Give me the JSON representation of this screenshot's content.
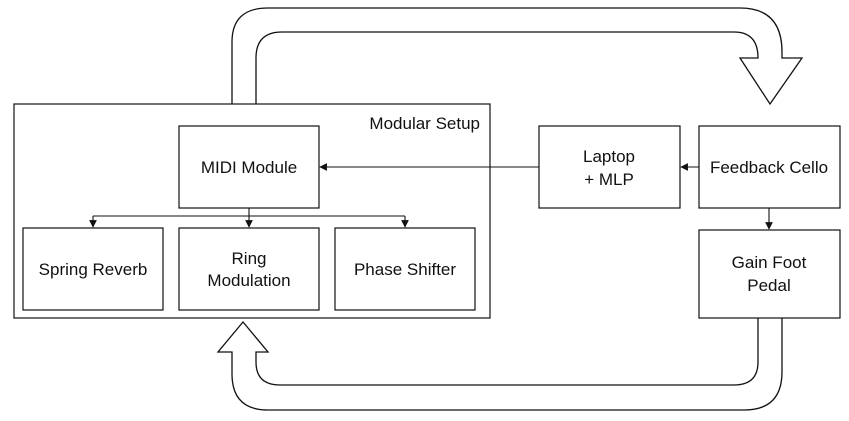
{
  "diagram": {
    "container": {
      "label": "Modular Setup"
    },
    "nodes": {
      "midi_module": [
        "MIDI Module"
      ],
      "spring_reverb": [
        "Spring Reverb"
      ],
      "ring_modulation": [
        "Ring",
        "Modulation"
      ],
      "phase_shifter": [
        "Phase Shifter"
      ],
      "laptop_mlp": [
        "Laptop",
        "+ MLP"
      ],
      "feedback_cello": [
        "Feedback Cello"
      ],
      "gain_foot_pedal": [
        "Gain Foot",
        "Pedal"
      ]
    },
    "edges": [
      {
        "from": "feedback_cello",
        "to": "laptop_mlp"
      },
      {
        "from": "laptop_mlp",
        "to": "midi_module"
      },
      {
        "from": "midi_module",
        "to": "spring_reverb"
      },
      {
        "from": "midi_module",
        "to": "ring_modulation"
      },
      {
        "from": "midi_module",
        "to": "phase_shifter"
      },
      {
        "from": "feedback_cello",
        "to": "gain_foot_pedal"
      },
      {
        "from": "modular_setup",
        "to": "feedback_cello",
        "style": "big-loop-arrow"
      },
      {
        "from": "gain_foot_pedal",
        "to": "modular_setup",
        "style": "big-loop-arrow"
      }
    ],
    "colors": {
      "stroke": "#111111",
      "background": "#ffffff"
    }
  }
}
